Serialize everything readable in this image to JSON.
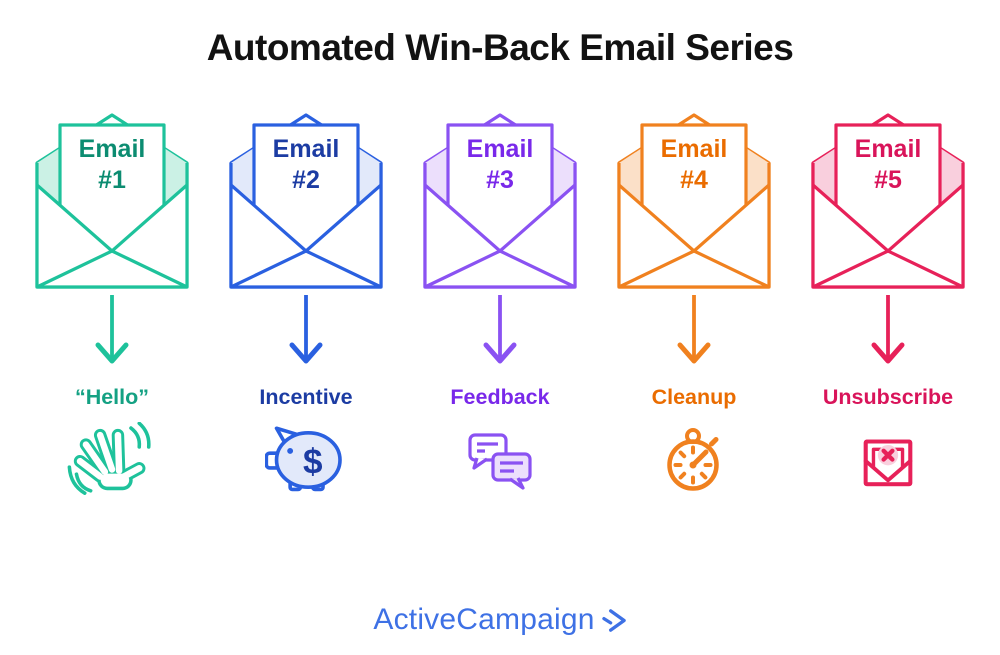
{
  "title": "Automated Win-Back Email Series",
  "emails": [
    {
      "card_line1": "Email",
      "card_line2": "#1",
      "label": "“Hello”",
      "icon": "waving-hand-icon",
      "colors": {
        "stroke": "#1EC29B",
        "light": "#CBF1E5",
        "text": "#0C8C71",
        "label": "#14A183"
      }
    },
    {
      "card_line1": "Email",
      "card_line2": "#2",
      "label": "Incentive",
      "icon": "piggy-bank-icon",
      "colors": {
        "stroke": "#2A60E0",
        "light": "#E2E9FA",
        "text": "#1C3CA3",
        "label": "#1C3CA3"
      }
    },
    {
      "card_line1": "Email",
      "card_line2": "#3",
      "label": "Feedback",
      "icon": "chat-bubbles-icon",
      "colors": {
        "stroke": "#8A52F2",
        "light": "#ECDFFC",
        "text": "#7928EA",
        "label": "#7928EA"
      }
    },
    {
      "card_line1": "Email",
      "card_line2": "#4",
      "label": "Cleanup",
      "icon": "stopwatch-icon",
      "colors": {
        "stroke": "#F0811F",
        "light": "#FBE0C8",
        "text": "#EA6C00",
        "label": "#EA6C00"
      }
    },
    {
      "card_line1": "Email",
      "card_line2": "#5",
      "label": "Unsubscribe",
      "icon": "unsubscribe-envelope-icon",
      "colors": {
        "stroke": "#E72159",
        "light": "#F9CFDD",
        "text": "#D9145A",
        "label": "#D9145A"
      }
    }
  ],
  "footer": {
    "brand": "ActiveCampaign",
    "chevron_icon": "double-chevron-right-icon",
    "color": "#3E71E5"
  }
}
